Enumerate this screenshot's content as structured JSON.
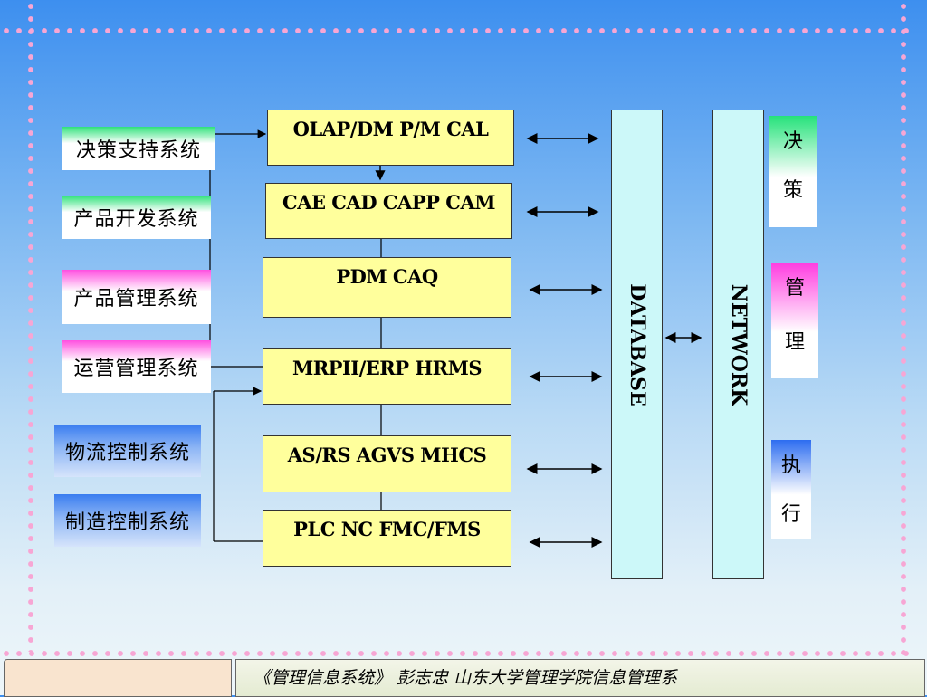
{
  "left_systems": [
    {
      "label": "决策支持系统"
    },
    {
      "label": "产品开发系统"
    },
    {
      "label": "产品管理系统"
    },
    {
      "label": "运营管理系统"
    },
    {
      "label": "物流控制系统"
    },
    {
      "label": "制造控制系统"
    }
  ],
  "modules": [
    {
      "label": "OLAP/DM P/M CAL"
    },
    {
      "label": "CAE CAD CAPP CAM"
    },
    {
      "label": "PDM CAQ"
    },
    {
      "label": "MRPII/ERP HRMS"
    },
    {
      "label": "AS/RS AGVS MHCS"
    },
    {
      "label": "PLC NC FMC/FMS"
    }
  ],
  "database_label": "DATABASE",
  "network_label": "NETWORK",
  "right_labels": [
    {
      "chars": [
        "决",
        "策"
      ]
    },
    {
      "chars": [
        "管",
        "理"
      ]
    },
    {
      "chars": [
        "执",
        "行"
      ]
    }
  ],
  "footer": {
    "text": "《管理信息系统》 彭志忠     山东大学管理学院信息管理系"
  },
  "colors": {
    "module_fill": "#ffff9c",
    "bar_fill": "#ccf8f9",
    "dot_border": "#f7a6d4"
  }
}
